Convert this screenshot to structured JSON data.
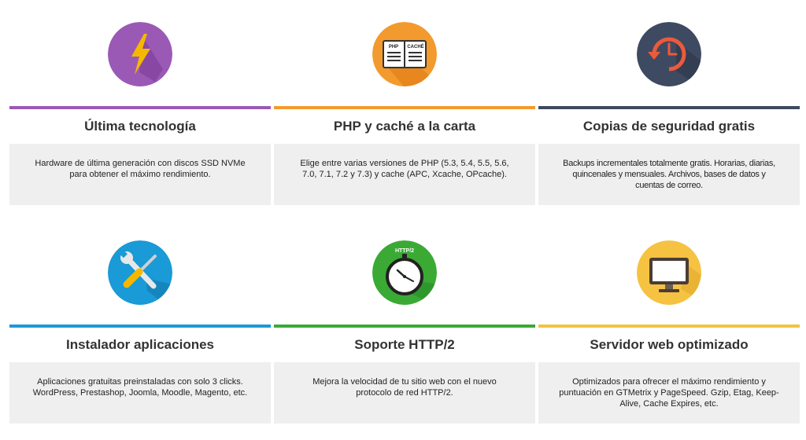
{
  "features": [
    {
      "title": "Última tecnología",
      "description": "Hardware de última generación con discos SSD NVMe para obtener el máximo rendimiento.",
      "icon": "lightning-bolt-icon",
      "color": "#9b59b6"
    },
    {
      "title": "PHP y caché a la carta",
      "description": "Elige entre varias versiones de PHP (5.3, 5.4, 5.5, 5.6, 7.0, 7.1, 7.2 y 7.3) y cache (APC, Xcache, OPcache).",
      "icon": "open-book-icon",
      "icon_labels": [
        "PHP",
        "CACHÉ"
      ],
      "color": "#f39a2e"
    },
    {
      "title": "Copias de seguridad gratis",
      "description": "Backups incrementales totalmente gratis. Horarias, diarias, quincenales y mensuales. Archivos, bases de datos y cuentas de correo.",
      "icon": "backup-clock-icon",
      "color": "#3e4a61"
    },
    {
      "title": "Instalador aplicaciones",
      "description": "Aplicaciones gratuitas preinstaladas con solo 3 clicks. WordPress, Prestashop, Joomla, Moodle, Magento, etc.",
      "icon": "wrench-screwdriver-icon",
      "color": "#1a9ad6"
    },
    {
      "title": "Soporte HTTP/2",
      "description": "Mejora la velocidad de tu sitio web con el nuevo protocolo de red HTTP/2.",
      "icon": "stopwatch-icon",
      "icon_labels": [
        "HTTP/2"
      ],
      "color": "#3aaa35"
    },
    {
      "title": "Servidor web optimizado",
      "description": "Optimizados para ofrecer el máximo rendimiento y puntuación en GTMetrix y PageSpeed. Gzip, Etag, Keep-Alive, Cache Expires, etc.",
      "icon": "monitor-icon",
      "color": "#f5c242"
    }
  ]
}
